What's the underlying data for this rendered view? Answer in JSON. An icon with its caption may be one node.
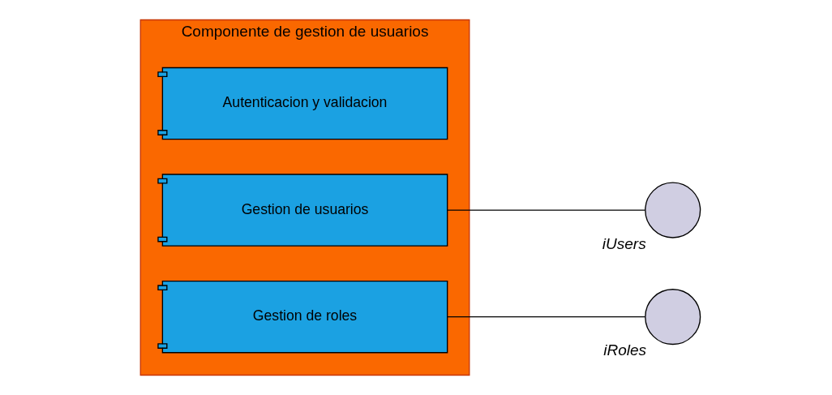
{
  "diagram": {
    "nodes": [
      {
        "text": [
          "Componente de gestion de usuarios"
        ]
      },
      {
        "text": [
          "Autenticacion y validacion"
        ],
        "in": 0
      },
      {
        "text": [
          "Gestion de usuarios"
        ],
        "in": 0
      },
      {
        "text": [
          "Gestion de roles"
        ],
        "in": 0
      },
      {
        "text": [],
        "shape": "circle",
        "beside": [
          "iUsers"
        ]
      },
      {
        "text": [],
        "shape": "circle",
        "beside": [
          "iRoles"
        ]
      }
    ],
    "edges": [
      {
        "from": 2,
        "to": 4,
        "arrow": "none"
      },
      {
        "from": 3,
        "to": 5,
        "arrow": "none"
      }
    ]
  }
}
